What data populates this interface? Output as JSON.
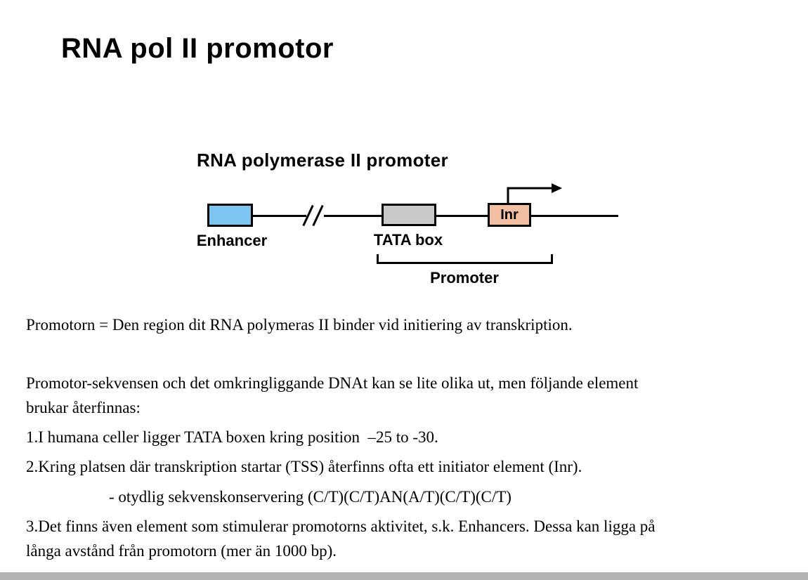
{
  "page": {
    "background": "#ffffff",
    "bottom_bar_color": "#b2b2b2"
  },
  "slide": {
    "title": "RNA pol II promotor"
  },
  "diagram": {
    "heading": "RNA polymerase II promoter",
    "boxes": {
      "enhancer": {
        "label": "Enhancer",
        "fill": "#7ec4f0"
      },
      "tata": {
        "label": "TATA box",
        "fill": "#c9c9c9"
      },
      "inr": {
        "label": "Inr",
        "fill": "#f2bfa3"
      }
    },
    "promoter_bracket_label": "Promoter",
    "line_color": "#000000"
  },
  "body": {
    "p1": "Promotorn = Den region dit RNA polymeras II binder vid initiering av transkription.",
    "p2": "Promotor-sekvensen och det omkringliggande DNAt kan se lite olika ut, men följande element\nbrukar återfinnas:",
    "item1": "1.I humana celler ligger TATA boxen kring position  –25 to -30.",
    "item2": "2.Kring platsen där transkription startar (TSS) återfinns ofta ett initiator element (Inr).",
    "item2_sub": "- otydlig sekvenskonservering (C/T)(C/T)AN(A/T)(C/T)(C/T)",
    "item3": "3.Det finns även element som stimulerar promotorns aktivitet, s.k. Enhancers. Dessa kan ligga på\nlånga avstånd från promotorn (mer än 1000 bp)."
  }
}
